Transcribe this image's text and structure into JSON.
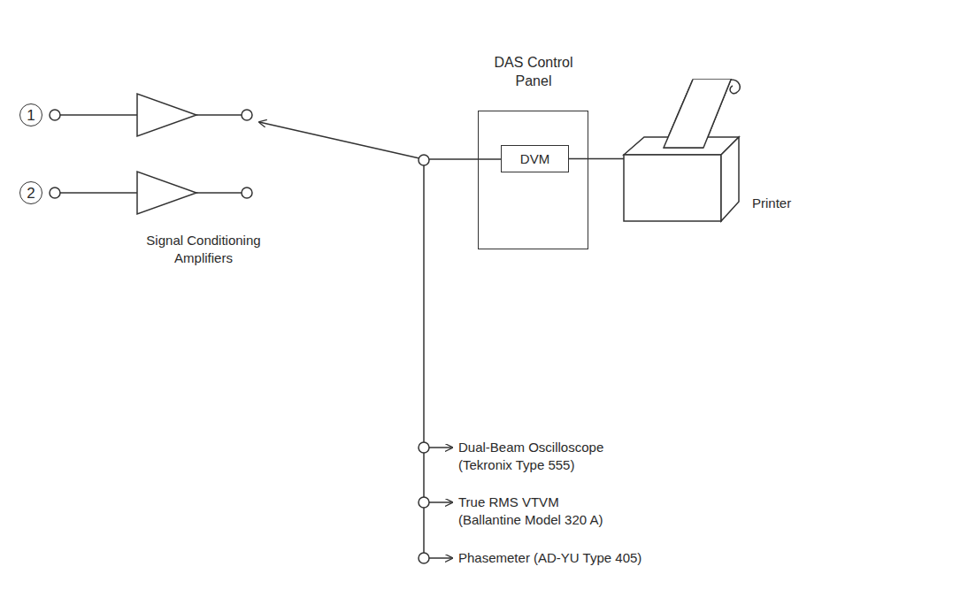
{
  "diagram": {
    "nodes": [
      {
        "text": [
          "1"
        ]
      },
      {
        "text": [
          "2"
        ]
      },
      {
        "text": [
          "DAS Control Panel"
        ]
      },
      {
        "text": [
          "DVM"
        ],
        "in": 2
      },
      {
        "text": [
          "Printer"
        ]
      }
    ],
    "edges": [
      {
        "from": 3,
        "to": 4,
        "arrow": "none"
      }
    ],
    "labels": [
      "Signal Conditioning Amplifiers",
      "Dual-Beam Oscilloscope (Tekronix Type 555)",
      "True RMS VTVM (Ballantine Model 320 A)",
      "Phasemeter (AD-YU Type 405)"
    ]
  }
}
